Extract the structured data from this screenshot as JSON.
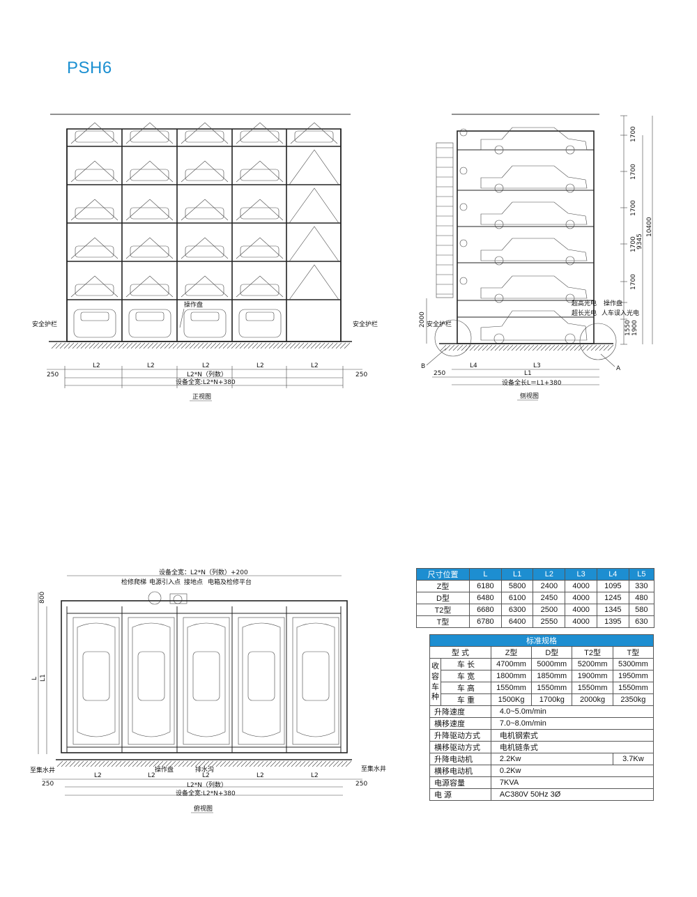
{
  "title": "PSH6",
  "front_view": {
    "caption": "正视图",
    "left_label": "安全护栏",
    "right_label": "安全护栏",
    "panel_label": "操作盘",
    "dims": [
      "250",
      "L2",
      "L2",
      "L2",
      "L2",
      "L2",
      "250"
    ],
    "total1": "L2*N（列数）",
    "total2": "设备全宽:L2*N+380"
  },
  "side_view": {
    "caption": "侧视图",
    "left_label": "安全护栏",
    "height_left": "2000",
    "level_heights": [
      "1700",
      "1700",
      "1700",
      "1700",
      "1700"
    ],
    "bottom_heights": [
      "1550",
      "1900"
    ],
    "total_heights": [
      "9345",
      "10400"
    ],
    "labels": [
      "超高光电",
      "超长光电",
      "操作盘",
      "人车误入光电"
    ],
    "point_a": "A",
    "point_b": "B",
    "dims": [
      "250",
      "L4",
      "L3",
      "L1"
    ],
    "total": "设备全长L＝L1+380"
  },
  "top_view": {
    "caption": "俯视图",
    "top_total": "设备全宽：L2*N（列数）+200",
    "labels": [
      "检修爬梯",
      "电源引入点",
      "接地点",
      "电箱及检修平台"
    ],
    "height_top": "800",
    "side_dims": [
      "L",
      "L1"
    ],
    "well_left": "至集水井",
    "well_right": "至集水井",
    "bottom_labels": [
      "操作盘",
      "排水沟"
    ],
    "dims": [
      "250",
      "L2",
      "L2",
      "L2",
      "L2",
      "L2",
      "250"
    ],
    "total1": "L2*N（列数）",
    "total2": "设备全宽:L2*N+380"
  },
  "dimension_table": {
    "headers": [
      "尺寸位置",
      "L",
      "L1",
      "L2",
      "L3",
      "L4",
      "L5"
    ],
    "rows": [
      [
        "Z型",
        "6180",
        "5800",
        "2400",
        "4000",
        "1095",
        "330"
      ],
      [
        "D型",
        "6480",
        "6100",
        "2450",
        "4000",
        "1245",
        "480"
      ],
      [
        "T2型",
        "6680",
        "6300",
        "2500",
        "4000",
        "1345",
        "580"
      ],
      [
        "T型",
        "6780",
        "6400",
        "2550",
        "4000",
        "1395",
        "630"
      ]
    ]
  },
  "standard_table": {
    "title": "标准规格",
    "type_label": "型  式",
    "models": [
      "Z型",
      "D型",
      "T2型",
      "T型"
    ],
    "group_label": [
      "收",
      "容",
      "车",
      "种"
    ],
    "car_rows": [
      {
        "label": "车 长",
        "values": [
          "4700mm",
          "5000mm",
          "5200mm",
          "5300mm"
        ]
      },
      {
        "label": "车 宽",
        "values": [
          "1800mm",
          "1850mm",
          "1900mm",
          "1950mm"
        ]
      },
      {
        "label": "车 高",
        "values": [
          "1550mm",
          "1550mm",
          "1550mm",
          "1550mm"
        ]
      },
      {
        "label": "车 重",
        "values": [
          "1500Kg",
          "1700kg",
          "2000kg",
          "2350kg"
        ]
      }
    ],
    "specs": [
      {
        "label": "升降速度",
        "value": "4.0~5.0m/min"
      },
      {
        "label": "横移速度",
        "value": "7.0~8.0m/min"
      },
      {
        "label": "升降驱动方式",
        "value": "电机钢索式"
      },
      {
        "label": "横移驱动方式",
        "value": "电机链条式"
      },
      {
        "label": "升降电动机",
        "value": "2.2Kw",
        "value2": "3.7Kw"
      },
      {
        "label": "横移电动机",
        "value": "0.2Kw"
      },
      {
        "label": "电源容量",
        "value": "7KVA"
      },
      {
        "label": "电  源",
        "value": "AC380V  50Hz  3Ø"
      }
    ]
  }
}
